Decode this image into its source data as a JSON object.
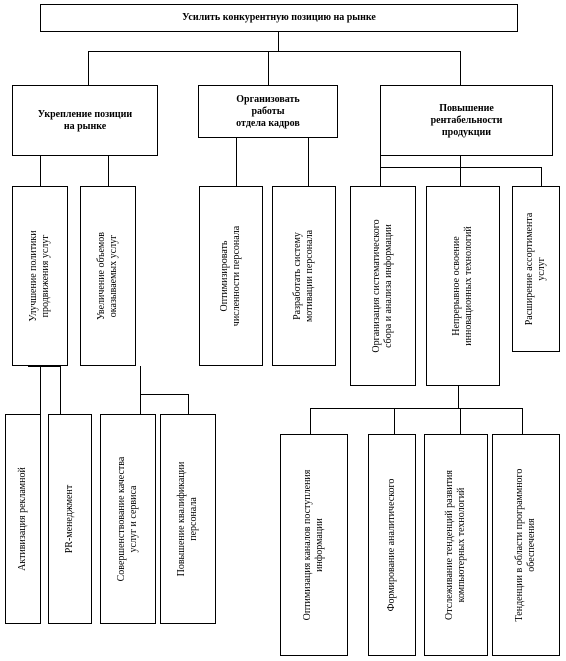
{
  "root": {
    "label": "Усилить конкурентную позицию на рынке"
  },
  "branches": [
    {
      "label": "Укрепление позиции\nна рынке"
    },
    {
      "label": "Организовать\nработы\nотдела кадров"
    },
    {
      "label": "Повышение\nрентабельности\nпродукции"
    }
  ],
  "level2": [
    {
      "label": "Улучшение политики\nпродвижения услуг"
    },
    {
      "label": "Увеличение объемов\nоказываемых услуг"
    },
    {
      "label": "Оптимизировать\nчисленности персонала"
    },
    {
      "label": "Разработать систему\nмотивации персонала"
    },
    {
      "label": "Организация систематического\nсбора и анализа информации"
    },
    {
      "label": "Непрерывное освоение\nинновационных технологий"
    },
    {
      "label": "Расширение ассортимента\nуслуг"
    }
  ],
  "level3_left": [
    {
      "label": "Активизация рекламной"
    },
    {
      "label": "PR-менеджмент"
    },
    {
      "label": "Совершенствование качества\nуслуг и сервиса"
    },
    {
      "label": "Повышение квалификации\nперсонала"
    }
  ],
  "level3_right": [
    {
      "label": "Оптимизация каналов поступления\nинформации"
    },
    {
      "label": "Формирование аналитического"
    },
    {
      "label": "Отслеживание тенденций развития\nкомпьютерных технологий"
    },
    {
      "label": "Тенденции в области программного\nобеспечения"
    }
  ]
}
